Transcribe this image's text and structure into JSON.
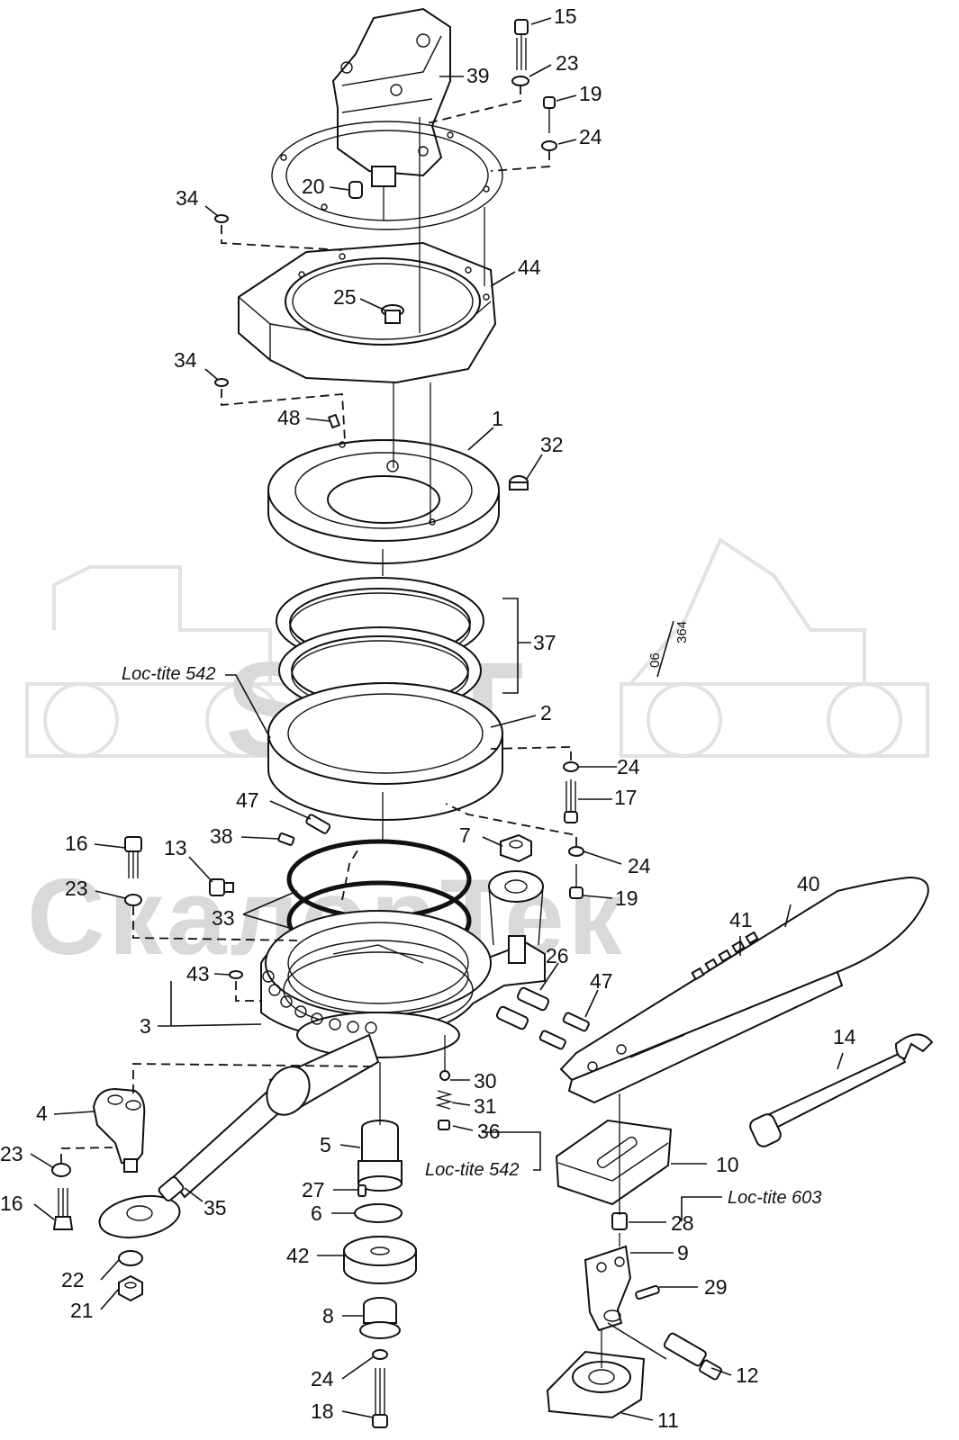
{
  "watermark": {
    "brand_latin": "SPT",
    "brand_cyrillic": "СкалорТек"
  },
  "drawing_code": {
    "left": "06",
    "right": "364"
  },
  "notes": {
    "loctite_542_top": "Loc-tite 542",
    "loctite_542_bottom": "Loc-tite 542",
    "loctite_603": "Loc-tite 603"
  },
  "callouts": {
    "n15": "15",
    "n23a": "23",
    "n39": "39",
    "n19a": "19",
    "n24a": "24",
    "n20": "20",
    "n34a": "34",
    "n44": "44",
    "n25": "25",
    "n34b": "34",
    "n48": "48",
    "n1": "1",
    "n32": "32",
    "n37": "37",
    "n2": "2",
    "n24b": "24",
    "n17": "17",
    "n47a": "47",
    "n38": "38",
    "n16a": "16",
    "n13": "13",
    "n7": "7",
    "n24c": "24",
    "n19b": "19",
    "n23b": "23",
    "n33": "33",
    "n40": "40",
    "n41": "41",
    "n26": "26",
    "n43": "43",
    "n47b": "47",
    "n3": "3",
    "n14": "14",
    "n30": "30",
    "n4": "4",
    "n31": "31",
    "n36": "36",
    "n5": "5",
    "n23c": "23",
    "n35": "35",
    "n10": "10",
    "n16b": "16",
    "n27": "27",
    "n28": "28",
    "n6": "6",
    "n42": "42",
    "n9": "9",
    "n22": "22",
    "n29": "29",
    "n21": "21",
    "n8": "8",
    "n12": "12",
    "n24d": "24",
    "n18": "18",
    "n11": "11"
  }
}
